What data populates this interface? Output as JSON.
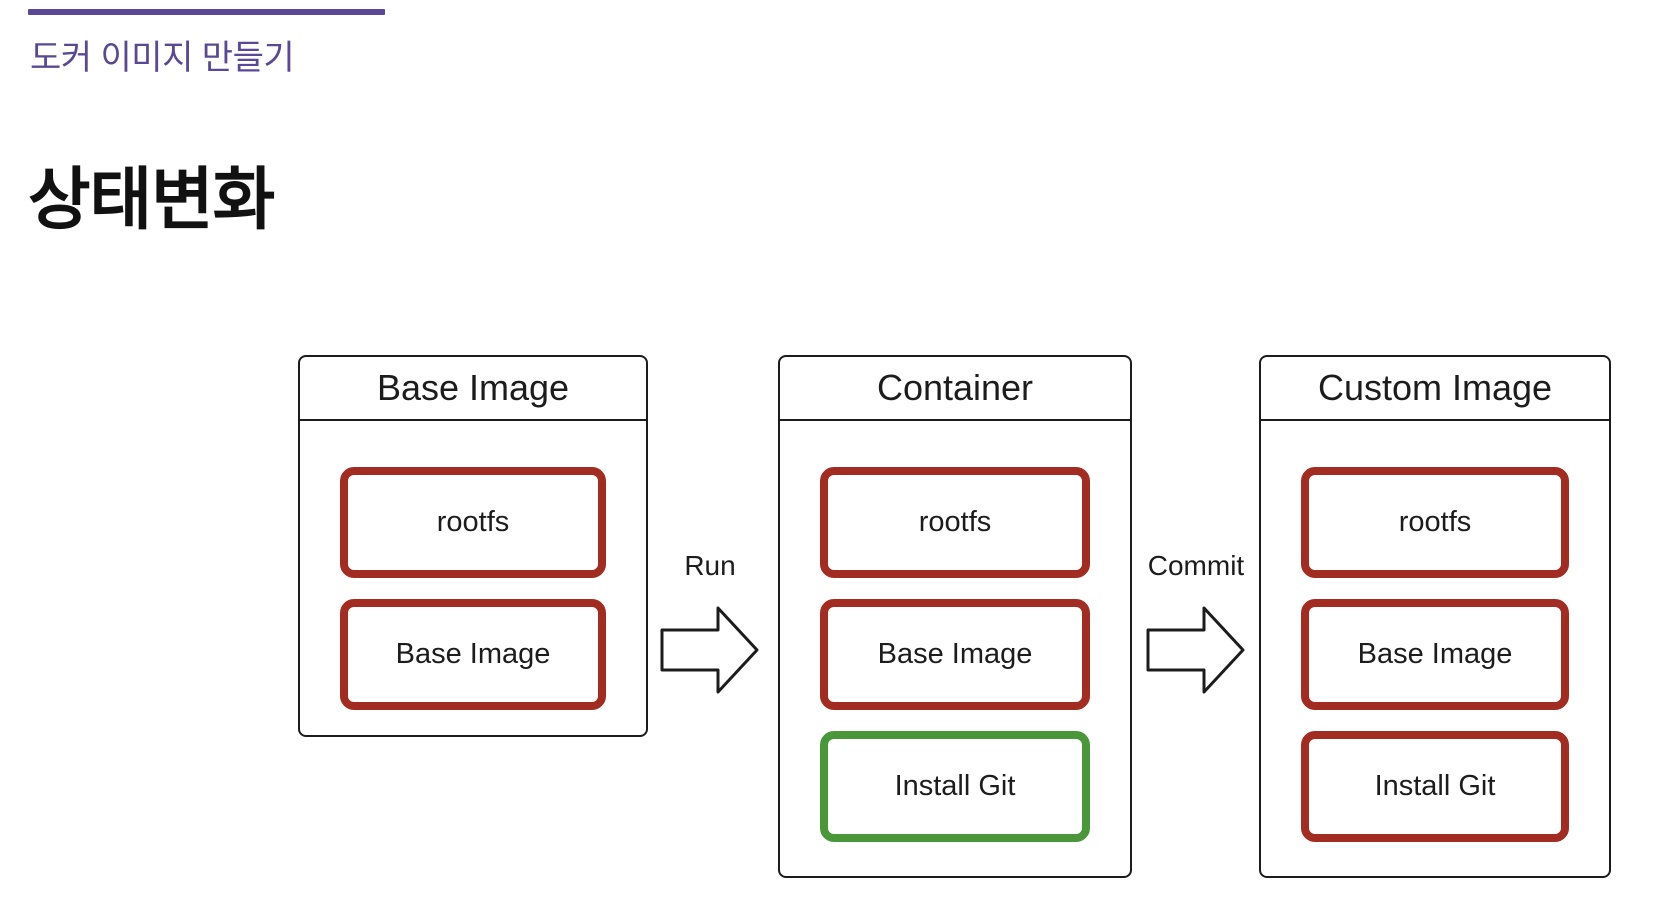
{
  "header": {
    "section_label": "도커 이미지 만들기",
    "page_title": "상태변화"
  },
  "colors": {
    "accent_purple": "#5a4896",
    "layer_red": "#a22c21",
    "layer_green": "#4a9739",
    "outline_black": "#1c1c1c"
  },
  "diagram": {
    "nodes": [
      {
        "title": "Base Image",
        "layers": [
          {
            "label": "rootfs",
            "color": "red"
          },
          {
            "label": "Base Image",
            "color": "red"
          }
        ]
      },
      {
        "title": "Container",
        "layers": [
          {
            "label": "rootfs",
            "color": "red"
          },
          {
            "label": "Base Image",
            "color": "red"
          },
          {
            "label": "Install Git",
            "color": "green"
          }
        ]
      },
      {
        "title": "Custom Image",
        "layers": [
          {
            "label": "rootfs",
            "color": "red"
          },
          {
            "label": "Base Image",
            "color": "red"
          },
          {
            "label": "Install Git",
            "color": "red"
          }
        ]
      }
    ],
    "arrows": [
      {
        "label": "Run"
      },
      {
        "label": "Commit"
      }
    ]
  }
}
